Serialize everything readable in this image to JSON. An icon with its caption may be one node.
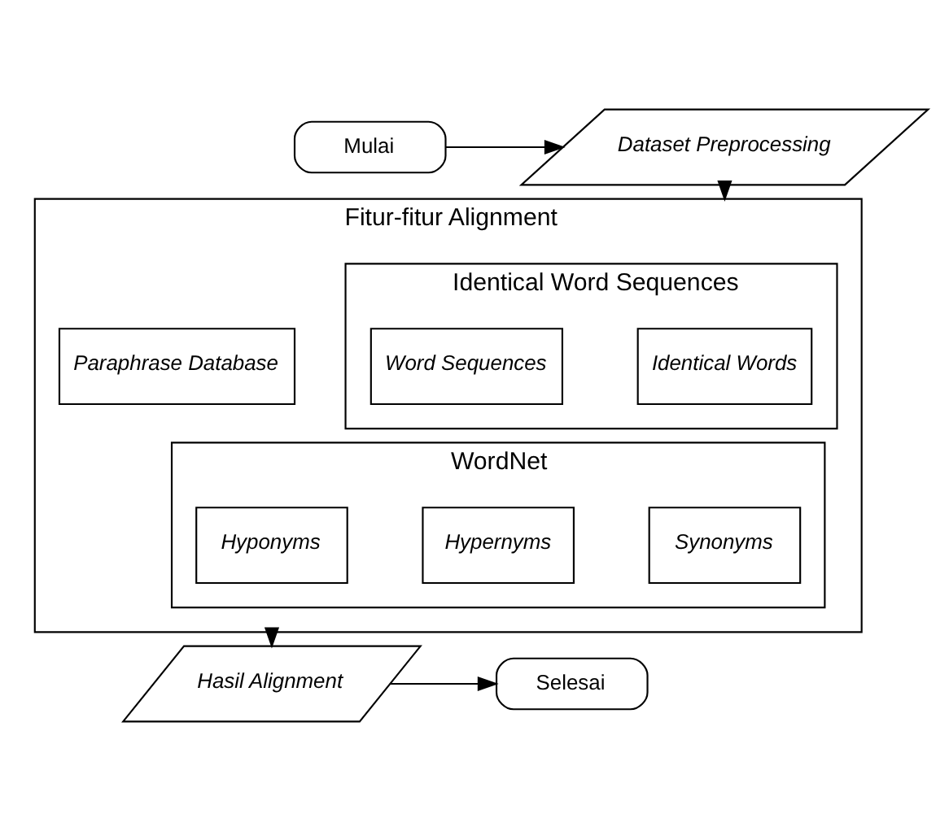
{
  "diagram": {
    "nodes": [
      {
        "text": [
          "Mulai"
        ]
      },
      {
        "text": [
          "Dataset Preprocessing"
        ]
      },
      {
        "text": [
          "Fitur-fitur Alignment"
        ]
      },
      {
        "text": [
          "Identical Word Sequences"
        ],
        "in": 2
      },
      {
        "text": [
          "Identical Words"
        ],
        "in": 3
      },
      {
        "text": [
          "Word Sequences"
        ],
        "in": 3
      },
      {
        "text": [
          "Paraphrase Database"
        ],
        "in": 2
      },
      {
        "text": [
          "WordNet"
        ],
        "in": 2
      },
      {
        "text": [
          "Synonyms"
        ],
        "in": 7
      },
      {
        "text": [
          "Hypernyms"
        ],
        "in": 7
      },
      {
        "text": [
          "Hyponyms"
        ],
        "in": 7
      },
      {
        "text": [
          "Hasil Alignment"
        ]
      },
      {
        "text": [
          "Selesai"
        ]
      }
    ],
    "edges": [
      {
        "from": 0,
        "to": 1,
        "arrow": "to"
      },
      {
        "from": 1,
        "to": 2,
        "arrow": "to"
      },
      {
        "from": 2,
        "to": 11,
        "arrow": "to"
      },
      {
        "from": 11,
        "to": 12,
        "arrow": "to"
      }
    ]
  }
}
